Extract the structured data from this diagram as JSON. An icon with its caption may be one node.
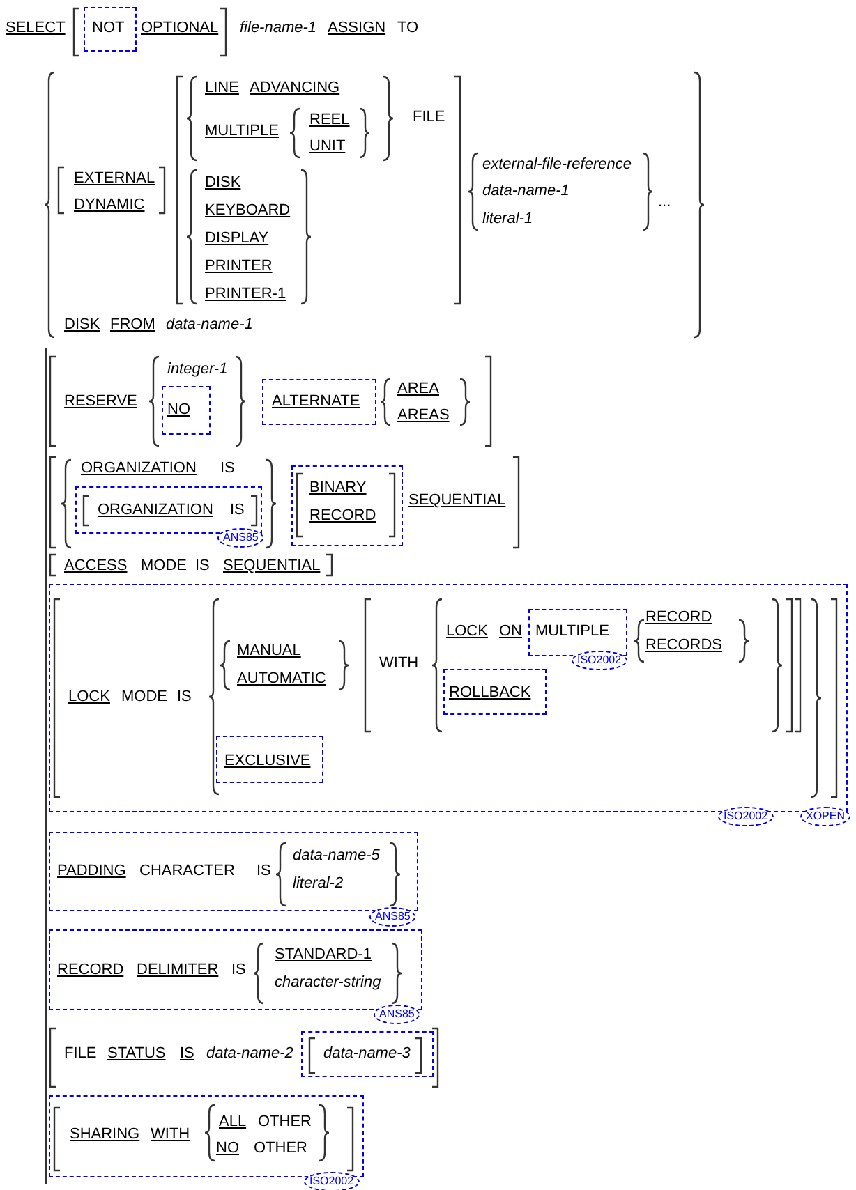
{
  "diagram": {
    "nodes": [
      {
        "text": [
          "NOT"
        ]
      },
      {
        "text": [
          "NO"
        ]
      },
      {
        "text": [
          "ALTERNATE"
        ]
      },
      {
        "text": [
          "ORGANIZATION",
          "IS"
        ],
        "beside": [
          "ANS85"
        ]
      },
      {
        "text": [
          "BINARY",
          "RECORD"
        ]
      },
      {
        "text": [
          "LOCK",
          "MODE",
          "IS",
          "MANUAL",
          "AUTOMATIC",
          "WITH",
          "LOCK",
          "ON",
          "RECORD",
          "RECORDS"
        ],
        "beside": [
          "ISO2002",
          "XOPEN"
        ]
      },
      {
        "text": [
          "MULTIPLE"
        ],
        "beside": [
          "ISO2002"
        ],
        "in": 5
      },
      {
        "text": [
          "ROLLBACK"
        ],
        "in": 5
      },
      {
        "text": [
          "EXCLUSIVE"
        ],
        "in": 5
      },
      {
        "text": [
          "PADDING",
          "CHARACTER",
          "IS",
          "data-name-5",
          "literal-2"
        ],
        "beside": [
          "ANS85"
        ]
      },
      {
        "text": [
          "RECORD",
          "DELIMITER",
          "IS",
          "STANDARD-1",
          "character-string"
        ],
        "beside": [
          "ANS85"
        ]
      },
      {
        "text": [
          "data-name-3"
        ]
      },
      {
        "text": [
          "SHARING",
          "WITH",
          "ALL",
          "OTHER",
          "NO",
          "OTHER"
        ],
        "beside": [
          "ISO2002"
        ]
      }
    ],
    "labels": [
      "SELECT",
      "OPTIONAL",
      "file-name-1",
      "ASSIGN",
      "TO",
      "LINE",
      "ADVANCING",
      "FILE",
      "MULTIPLE",
      "REEL",
      "UNIT",
      "external-file-reference",
      "EXTERNAL",
      "DISK",
      "data-name-1",
      "DYNAMIC",
      "...",
      "KEYBOARD",
      "literal-1",
      "DISPLAY",
      "PRINTER",
      "PRINTER-1",
      "DISK",
      "FROM",
      "data-name-1",
      "integer-1",
      "AREA",
      "RESERVE",
      "AREAS",
      "ORGANIZATION",
      "IS",
      "SEQUENTIAL",
      "ACCESS",
      "MODE",
      "IS",
      "SEQUENTIAL",
      "FILE",
      "STATUS",
      "IS",
      "data-name-2"
    ]
  }
}
